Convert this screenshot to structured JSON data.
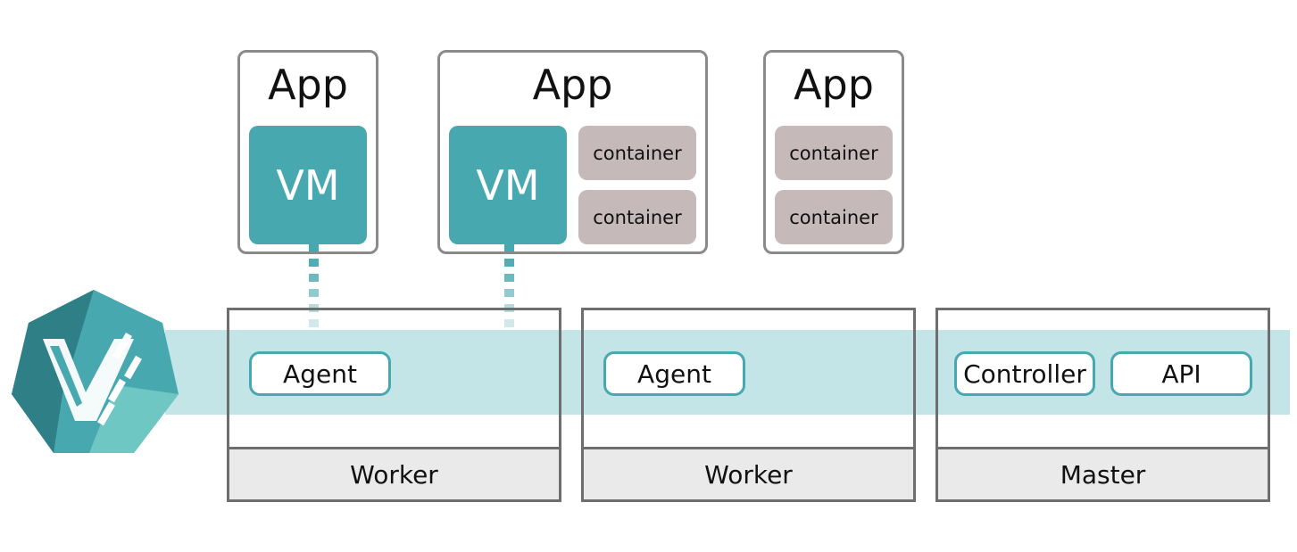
{
  "apps": [
    {
      "title": "App",
      "vm": "VM",
      "containers": []
    },
    {
      "title": "App",
      "vm": "VM",
      "containers": [
        "container",
        "container"
      ]
    },
    {
      "title": "App",
      "containers": [
        "container",
        "container"
      ]
    }
  ],
  "nodes": [
    {
      "label": "Worker",
      "components": [
        "Agent"
      ]
    },
    {
      "label": "Worker",
      "components": [
        "Agent"
      ]
    },
    {
      "label": "Master",
      "components": [
        "Controller",
        "API"
      ]
    }
  ],
  "colors": {
    "band": "#c3e5e7",
    "teal": "#48a8b0",
    "container": "#c6b9ba",
    "node_footer": "#eaeaea"
  },
  "icons": {
    "logo": "virtlet-logo-icon"
  }
}
